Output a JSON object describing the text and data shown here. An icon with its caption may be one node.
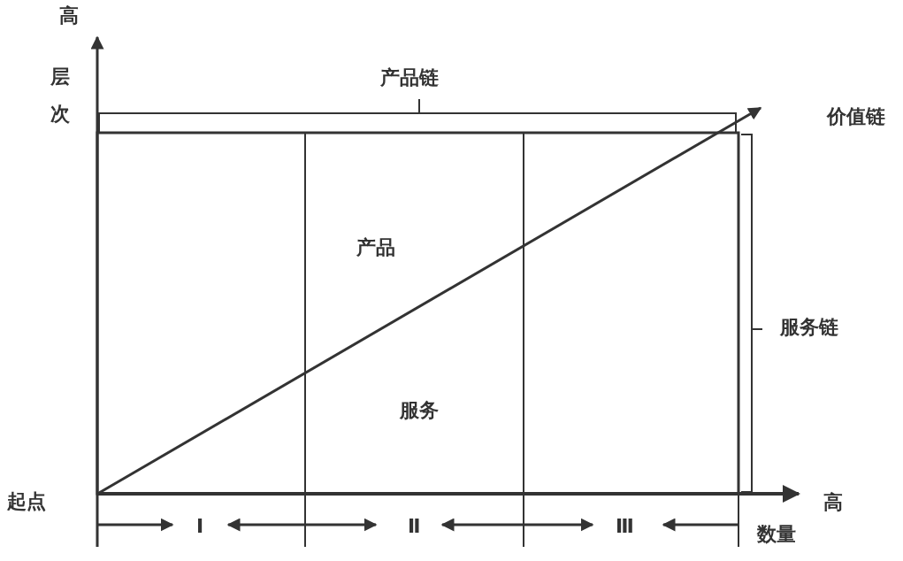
{
  "diagram": {
    "nodes": [
      {
        "text": [
          "起点"
        ]
      },
      {
        "text": [
          "价值链"
        ]
      }
    ],
    "edges": [
      {
        "from": 0,
        "to": 1,
        "arrow": "to"
      }
    ],
    "labels": [
      "高",
      "层次",
      "产品链",
      "产品",
      "服务",
      "服务链",
      "高",
      "数量",
      "Ⅰ",
      "Ⅱ",
      "Ⅲ"
    ]
  }
}
